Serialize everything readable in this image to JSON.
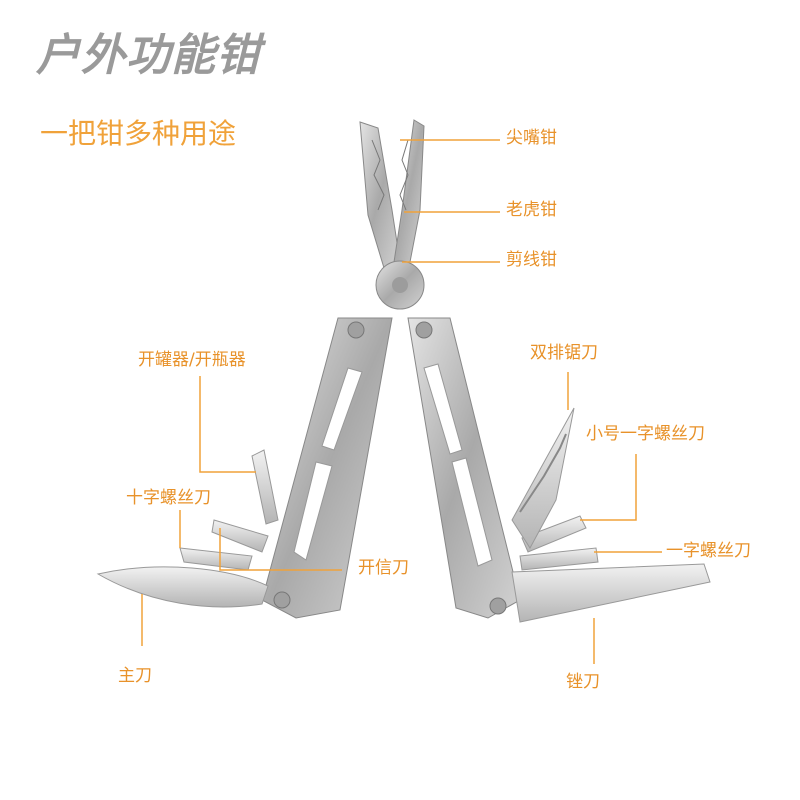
{
  "title": "户外功能钳",
  "subtitle": "一把钳多种用途",
  "labels": {
    "needle_nose": "尖嘴钳",
    "tiger_pliers": "老虎钳",
    "wire_cutter": "剪线钳",
    "can_bottle_opener": "开罐器/开瓶器",
    "double_saw": "双排锯刀",
    "small_flat_screwdriver": "小号一字螺丝刀",
    "phillips_screwdriver": "十字螺丝刀",
    "flat_screwdriver": "一字螺丝刀",
    "letter_opener": "开信刀",
    "main_knife": "主刀",
    "file": "锉刀"
  },
  "colors": {
    "accent": "#f0a23a",
    "title": "#9a9a9a",
    "steel": "#b8b8b8"
  }
}
